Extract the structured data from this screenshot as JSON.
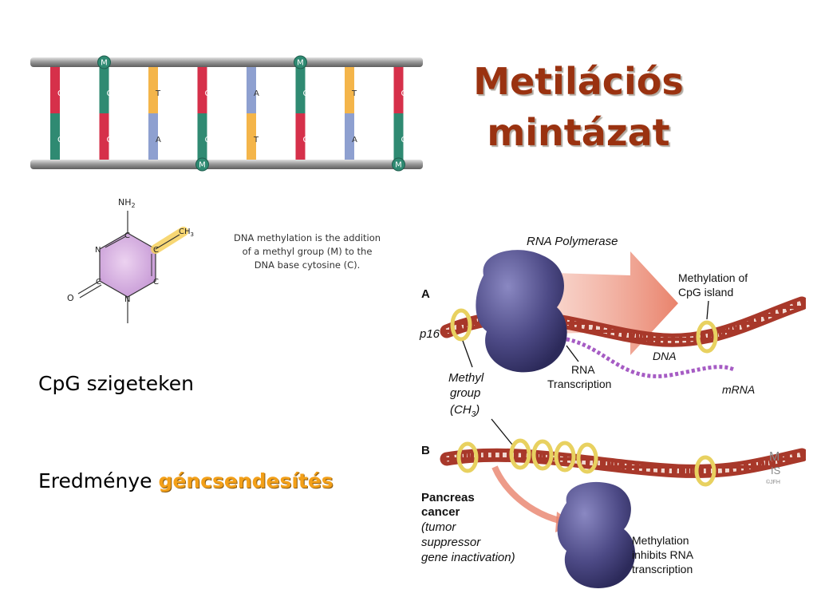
{
  "slide": {
    "title_line1": "Metilációs",
    "title_line2": "mintázat",
    "bullet1": "CpG szigeteken",
    "bullet2_prefix": "Eredménye ",
    "bullet2_highlight": "géncsendesítés"
  },
  "dna_ladder": {
    "methyl_label": "M",
    "pairs": [
      {
        "top": "G",
        "bottom": "C",
        "top_color": "#d6304a",
        "bottom_color": "#2f8a72",
        "top_methyl": false,
        "bottom_methyl": false
      },
      {
        "top": "C",
        "bottom": "G",
        "top_color": "#2f8a72",
        "bottom_color": "#d6304a",
        "top_methyl": true,
        "bottom_methyl": false
      },
      {
        "top": "T",
        "bottom": "A",
        "top_color": "#f4b54a",
        "bottom_color": "#8ea0d0",
        "top_methyl": false,
        "bottom_methyl": false
      },
      {
        "top": "G",
        "bottom": "C",
        "top_color": "#d6304a",
        "bottom_color": "#2f8a72",
        "top_methyl": false,
        "bottom_methyl": true
      },
      {
        "top": "A",
        "bottom": "T",
        "top_color": "#8ea0d0",
        "bottom_color": "#f4b54a",
        "top_methyl": false,
        "bottom_methyl": false
      },
      {
        "top": "C",
        "bottom": "G",
        "top_color": "#2f8a72",
        "bottom_color": "#d6304a",
        "top_methyl": true,
        "bottom_methyl": false
      },
      {
        "top": "T",
        "bottom": "A",
        "top_color": "#f4b54a",
        "bottom_color": "#8ea0d0",
        "top_methyl": false,
        "bottom_methyl": false
      },
      {
        "top": "G",
        "bottom": "C",
        "top_color": "#d6304a",
        "bottom_color": "#2f8a72",
        "top_methyl": false,
        "bottom_methyl": true
      }
    ]
  },
  "structure": {
    "nh2": "NH",
    "nh2_sub": "2",
    "ch3": "CH",
    "ch3_sub": "3",
    "atom_n": "N",
    "atom_c": "C",
    "atom_o": "O"
  },
  "caption": {
    "line1": "DNA methylation is the addition",
    "line2": "of a methyl group (M) to the",
    "line3": "DNA base cytosine (C)."
  },
  "figure": {
    "panel_a": "A",
    "panel_b": "B",
    "rna_polymerase": "RNA Polymerase",
    "methylation_cpg_line1": "Methylation of",
    "methylation_cpg_line2": "CpG island",
    "p16": "p16",
    "dna": "DNA",
    "rna_transcription_line1": "RNA",
    "rna_transcription_line2": "Transcription",
    "mrna": "mRNA",
    "methyl_group_line1": "Methyl",
    "methyl_group_line2": "group",
    "methyl_group_line3": "(CH",
    "methyl_group_sub": "3",
    "methyl_group_close": ")",
    "pancreas_line1": "Pancreas",
    "pancreas_line2": "cancer",
    "pancreas_line3": "(tumor",
    "pancreas_line4": "suppressor",
    "pancreas_line5": "gene inactivation)",
    "inhibits_line1": "Methylation",
    "inhibits_line2": "inhibits RNA",
    "inhibits_line3": "transcription",
    "watermark1": "M",
    "watermark2": "IS",
    "watermark3": "©JFH"
  },
  "colors": {
    "title": "#9a3210",
    "highlight": "#f3a019",
    "dna_strand": "#a8382a",
    "polymerase": "#4d4a86",
    "methyl_ring": "#e8d160",
    "mrna": "#a65cc4",
    "arrow": "#e9826b"
  }
}
